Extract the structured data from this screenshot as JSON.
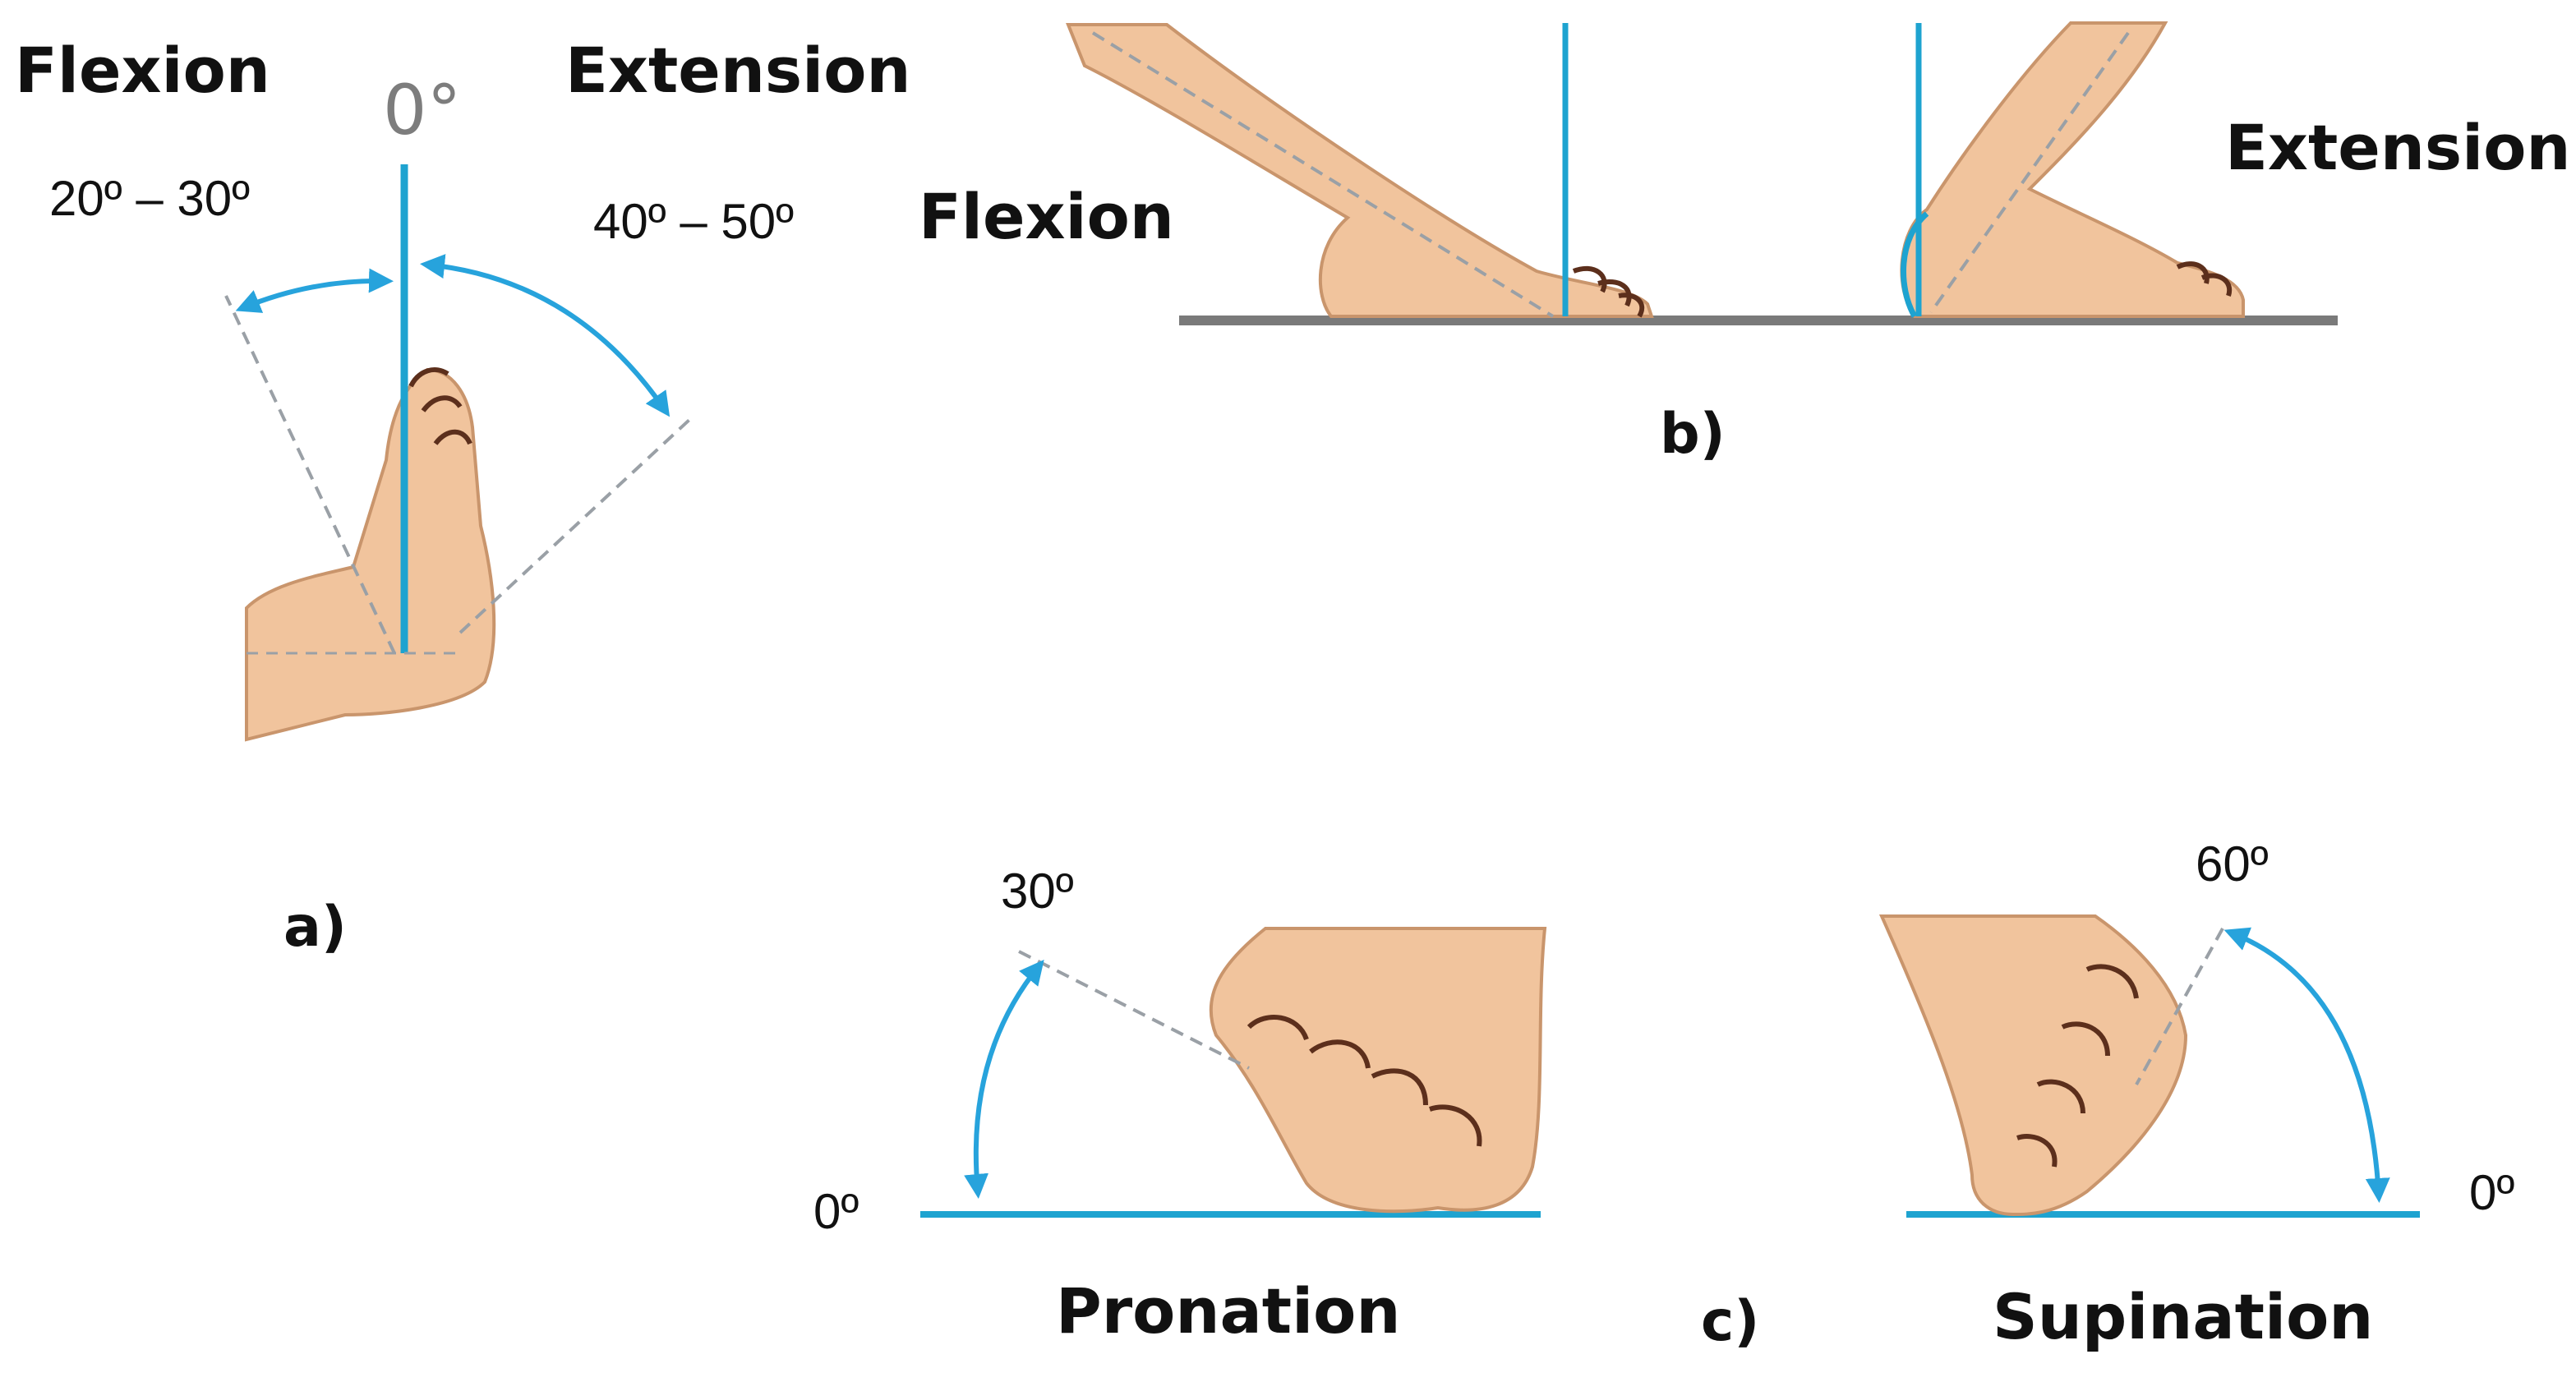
{
  "panel_a": {
    "flexion_label": "Flexion",
    "extension_label": "Extension",
    "neutral_angle": "0°",
    "flexion_range": "20º – 30º",
    "extension_range": "40º – 50º",
    "panel_label": "a)"
  },
  "panel_b": {
    "flexion_label": "Flexion",
    "extension_label": "Extension",
    "panel_label": "b)"
  },
  "panel_c": {
    "pronation_label": "Pronation",
    "supination_label": "Supination",
    "pronation_angle": "30º",
    "supination_angle": "60º",
    "pronation_zero": "0º",
    "supination_zero": "0º",
    "panel_label": "c)"
  },
  "colors": {
    "skin": "#f1c49d",
    "skin_outline": "#8a5a3c",
    "axis_blue": "#1ea3d0",
    "arrow_blue": "#27a3dc",
    "ground_gray": "#7a7a7a",
    "dash_gray": "#9aa0a6"
  }
}
